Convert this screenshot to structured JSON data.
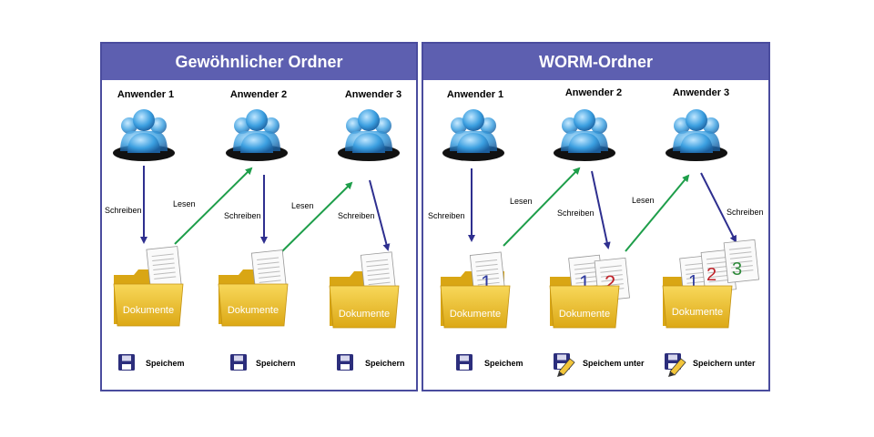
{
  "panels": {
    "left": {
      "title": "Gewöhnlicher Ordner"
    },
    "right": {
      "title": "WORM-Ordner"
    }
  },
  "users": {
    "user1": "Anwender 1",
    "user2": "Anwender 2",
    "user3": "Anwender 3"
  },
  "actions": {
    "write": "Schreiben",
    "read": "Lesen"
  },
  "folder_label": "Dokumente",
  "save": {
    "save_label": "Speichem",
    "save_label_alt": "Speichern",
    "save_as_label": "Speichem unter",
    "save_as_label_alt": "Speichern unter"
  },
  "doc_numbers": {
    "one": "1",
    "two": "2",
    "three": "3"
  },
  "colors": {
    "header": "#5d5fb0",
    "write_arrow": "#2e2f8f",
    "read_arrow": "#1e9e4a",
    "folder": "#f0c233",
    "num1": "#2e3aa0",
    "num2": "#c0242b",
    "num3": "#2e8a3a"
  }
}
